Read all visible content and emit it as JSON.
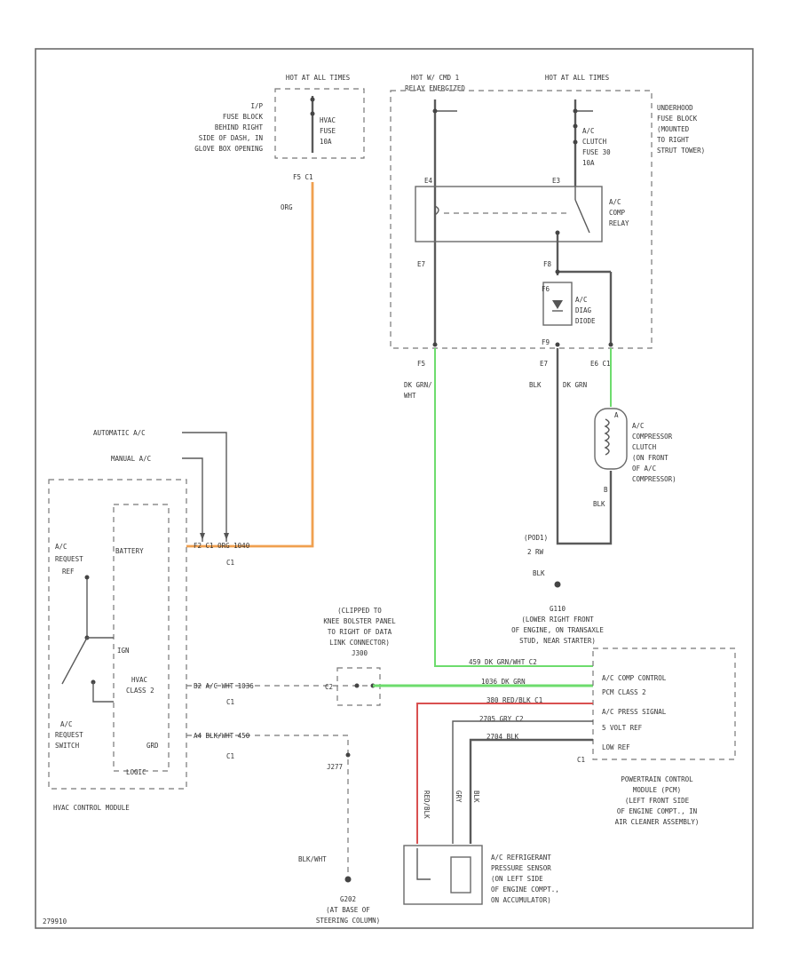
{
  "colors": {
    "orange_wire": "#f0a050",
    "green_wire": "#6ddc6d",
    "red_wire": "#d95050",
    "gray_wire": "#5a5a5a"
  },
  "labels": {
    "hot_at_all_times_left": "HOT AT ALL TIMES",
    "ip_fuse_block": [
      "I/P",
      "FUSE BLOCK",
      "BEHIND RIGHT",
      "SIDE OF DASH, IN",
      "GLOVE BOX OPENING"
    ],
    "hvac_fuse": [
      "HVAC",
      "FUSE",
      "10A"
    ],
    "ip_conn": "F5   C1",
    "org_1": "ORG",
    "hot_relay": [
      "HOT W/ CMD 1",
      "RELAY ENERGIZED"
    ],
    "hot_at_all_times_right": "HOT AT ALL TIMES",
    "underhood_fuse_block": [
      "UNDERHOOD",
      "FUSE BLOCK",
      "(MOUNTED",
      "TO RIGHT",
      "STRUT TOWER)"
    ],
    "ac_clutch_fuse": [
      "A/C",
      "CLUTCH",
      "FUSE 30",
      "10A"
    ],
    "relay_pins": {
      "e4": "E4",
      "e3": "E3",
      "e7": "E7",
      "f8": "F8",
      "f6": "F6",
      "f9": "F9"
    },
    "ac_comp_relay": [
      "A/C",
      "COMP",
      "RELAY"
    ],
    "ac_diode": [
      "A/C",
      "DIAG",
      "DIODE"
    ],
    "pin_f5": "F5",
    "pin_e7": "E7",
    "pin_e6_c1": "E6   C1",
    "dk_grn_wht": [
      "DK GRN/",
      "WHT"
    ],
    "blk_1": "BLK",
    "dk_grn_1": "DK GRN",
    "ac_compressor_clutch": [
      "A/C",
      "COMPRESSOR",
      "CLUTCH",
      "(ON FRONT",
      "OF A/C",
      "COMPRESSOR)"
    ],
    "pin_a": "A",
    "pin_b": "B",
    "blk_2": "BLK",
    "pod1_ring": [
      "(POD1)",
      "2 RW"
    ],
    "blk_3": "BLK",
    "g110": "G110",
    "g110_loc": [
      "(LOWER RIGHT FRONT",
      "OF ENGINE, ON TRANSAXLE",
      "STUD, NEAR STARTER)"
    ],
    "automatic_ac": "AUTOMATIC A/C",
    "manual_ac": "MANUAL A/C",
    "battery": "BATTERY",
    "ac_request_1": [
      "A/C",
      "REQUEST",
      "REF"
    ],
    "ign": "IGN",
    "hvac_class2": [
      "HVAC",
      "CLASS 2"
    ],
    "ac_request_switch": [
      "A/C",
      "REQUEST",
      "SWITCH"
    ],
    "logic": "LOGIC",
    "grd": "GRD",
    "hvac_control_module": "HVAC CONTROL MODULE",
    "row1_wire": "F2  C1 ORG   1040",
    "row1_conn": "C1",
    "row2_wire": "B2  A/C WHT   1036",
    "row2_conn": "C1",
    "row3_wire": "A4  BLK/WHT   450",
    "row3_conn": "C1",
    "j277": "J277",
    "clipped_to": [
      "(CLIPPED TO",
      "KNEE BOLSTER PANEL",
      "TO RIGHT OF DATA",
      "LINK CONNECTOR)",
      "J300"
    ],
    "c2": "C2",
    "pcm_wire1": "459   DK GRN/WHT   C2",
    "pcm_wire2": "1036   DK GRN",
    "pcm_wire3": "380   RED/BLK   C1",
    "pcm_wire4": "2705   GRY   C2",
    "pcm_wire5": "2704   BLK",
    "pcm_c1": "C1",
    "pcm_signals": [
      "A/C COMP CONTROL",
      "PCM CLASS 2",
      "A/C PRESS SIGNAL",
      "5 VOLT REF",
      "LOW REF"
    ],
    "pcm_title": [
      "POWERTRAIN CONTROL",
      "MODULE (PCM)",
      "(LEFT FRONT SIDE",
      "OF ENGINE COMPT., IN",
      "AIR CLEANER ASSEMBLY)"
    ],
    "red_blk_vert": "RED/BLK",
    "gry_vert": "GRY",
    "blk_vert": "BLK",
    "ac_refrigerant": [
      "A/C REFRIGERANT",
      "PRESSURE SENSOR",
      "(ON LEFT SIDE",
      "OF ENGINE COMPT.,",
      "ON ACCUMULATOR)"
    ],
    "blk_wht": "BLK/WHT",
    "g202": [
      "G202",
      "(AT BASE OF",
      "STEERING COLUMN)"
    ],
    "page_id": "279910"
  }
}
